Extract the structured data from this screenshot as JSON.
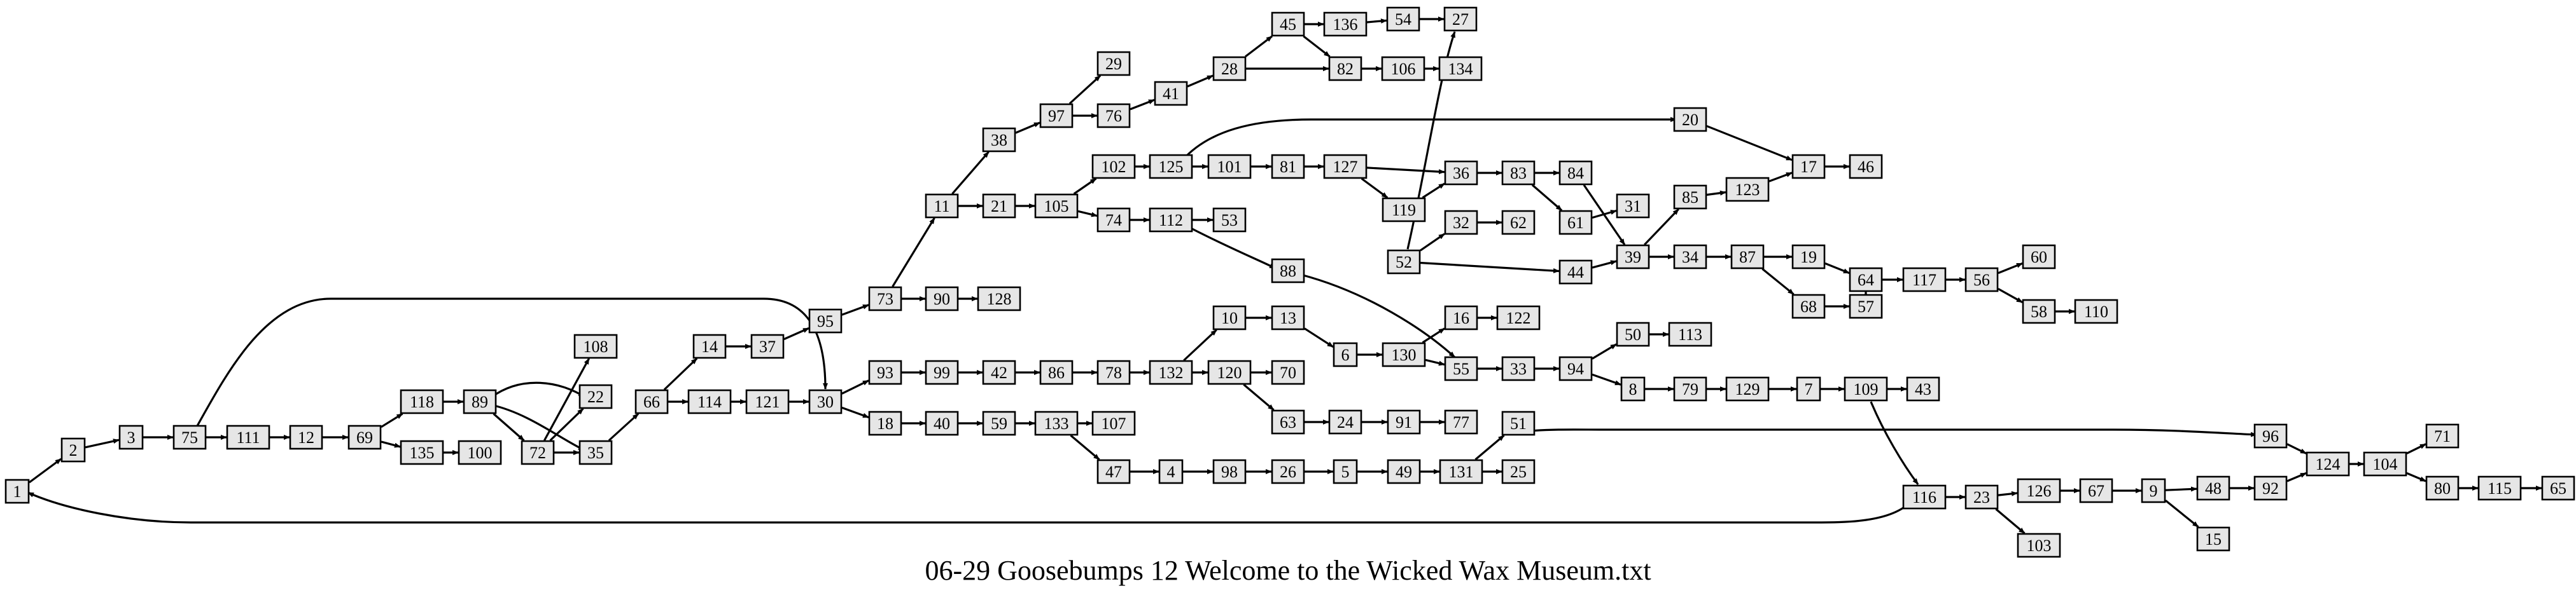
{
  "caption": "06-29 Goosebumps 12 Welcome to the Wicked Wax Museum.txt",
  "colors": {
    "node_fill": "#e6e6e6",
    "stroke": "#000000",
    "background": "#ffffff"
  },
  "nodes": [
    "1",
    "2",
    "3",
    "75",
    "111",
    "12",
    "69",
    "118",
    "135",
    "100",
    "89",
    "72",
    "108",
    "22",
    "35",
    "66",
    "14",
    "114",
    "37",
    "121",
    "95",
    "30",
    "73",
    "90",
    "128",
    "11",
    "38",
    "97",
    "29",
    "76",
    "41",
    "28",
    "45",
    "136",
    "54",
    "27",
    "82",
    "106",
    "134",
    "21",
    "105",
    "102",
    "125",
    "101",
    "81",
    "127",
    "36",
    "119",
    "83",
    "84",
    "61",
    "31",
    "74",
    "112",
    "53",
    "88",
    "52",
    "32",
    "62",
    "44",
    "39",
    "85",
    "123",
    "17",
    "46",
    "20",
    "34",
    "87",
    "19",
    "64",
    "117",
    "56",
    "60",
    "58",
    "110",
    "68",
    "57",
    "93",
    "99",
    "42",
    "86",
    "78",
    "132",
    "10",
    "13",
    "6",
    "130",
    "16",
    "122",
    "55",
    "33",
    "94",
    "50",
    "113",
    "8",
    "79",
    "129",
    "7",
    "109",
    "43",
    "120",
    "70",
    "63",
    "24",
    "91",
    "77",
    "18",
    "40",
    "59",
    "133",
    "107",
    "47",
    "4",
    "98",
    "26",
    "5",
    "49",
    "131",
    "51",
    "25",
    "96",
    "124",
    "104",
    "71",
    "80",
    "115",
    "65",
    "116",
    "23",
    "126",
    "67",
    "9",
    "48",
    "92",
    "15",
    "103"
  ],
  "edges": [
    [
      "1",
      "2"
    ],
    [
      "2",
      "3"
    ],
    [
      "3",
      "75"
    ],
    [
      "75",
      "111"
    ],
    [
      "75",
      "30"
    ],
    [
      "111",
      "12"
    ],
    [
      "12",
      "69"
    ],
    [
      "69",
      "118"
    ],
    [
      "69",
      "135"
    ],
    [
      "135",
      "100"
    ],
    [
      "118",
      "89"
    ],
    [
      "89",
      "72"
    ],
    [
      "89",
      "22"
    ],
    [
      "89",
      "35"
    ],
    [
      "72",
      "108"
    ],
    [
      "72",
      "22"
    ],
    [
      "72",
      "35"
    ],
    [
      "35",
      "66"
    ],
    [
      "66",
      "14"
    ],
    [
      "66",
      "114"
    ],
    [
      "14",
      "37"
    ],
    [
      "37",
      "95"
    ],
    [
      "114",
      "121"
    ],
    [
      "121",
      "30"
    ],
    [
      "95",
      "73"
    ],
    [
      "30",
      "93"
    ],
    [
      "30",
      "18"
    ],
    [
      "73",
      "11"
    ],
    [
      "73",
      "90"
    ],
    [
      "90",
      "128"
    ],
    [
      "11",
      "38"
    ],
    [
      "11",
      "21"
    ],
    [
      "38",
      "97"
    ],
    [
      "97",
      "29"
    ],
    [
      "97",
      "76"
    ],
    [
      "76",
      "41"
    ],
    [
      "41",
      "28"
    ],
    [
      "28",
      "45"
    ],
    [
      "28",
      "82"
    ],
    [
      "45",
      "136"
    ],
    [
      "45",
      "82"
    ],
    [
      "136",
      "54"
    ],
    [
      "54",
      "27"
    ],
    [
      "82",
      "106"
    ],
    [
      "106",
      "134"
    ],
    [
      "21",
      "105"
    ],
    [
      "105",
      "102"
    ],
    [
      "105",
      "74"
    ],
    [
      "102",
      "125"
    ],
    [
      "125",
      "101"
    ],
    [
      "125",
      "20"
    ],
    [
      "101",
      "81"
    ],
    [
      "81",
      "127"
    ],
    [
      "127",
      "36"
    ],
    [
      "127",
      "119"
    ],
    [
      "119",
      "36"
    ],
    [
      "36",
      "83"
    ],
    [
      "83",
      "84"
    ],
    [
      "83",
      "61"
    ],
    [
      "84",
      "39"
    ],
    [
      "61",
      "31"
    ],
    [
      "74",
      "112"
    ],
    [
      "112",
      "53"
    ],
    [
      "112",
      "88"
    ],
    [
      "88",
      "55"
    ],
    [
      "52",
      "27"
    ],
    [
      "52",
      "32"
    ],
    [
      "52",
      "44"
    ],
    [
      "32",
      "62"
    ],
    [
      "44",
      "39"
    ],
    [
      "39",
      "85"
    ],
    [
      "39",
      "34"
    ],
    [
      "85",
      "123"
    ],
    [
      "123",
      "17"
    ],
    [
      "20",
      "17"
    ],
    [
      "17",
      "46"
    ],
    [
      "34",
      "87"
    ],
    [
      "87",
      "19"
    ],
    [
      "87",
      "68"
    ],
    [
      "19",
      "64"
    ],
    [
      "68",
      "57"
    ],
    [
      "57",
      "64"
    ],
    [
      "64",
      "117"
    ],
    [
      "117",
      "56"
    ],
    [
      "56",
      "60"
    ],
    [
      "56",
      "58"
    ],
    [
      "58",
      "110"
    ],
    [
      "93",
      "99"
    ],
    [
      "99",
      "42"
    ],
    [
      "42",
      "86"
    ],
    [
      "86",
      "78"
    ],
    [
      "78",
      "132"
    ],
    [
      "132",
      "10"
    ],
    [
      "132",
      "120"
    ],
    [
      "10",
      "13"
    ],
    [
      "13",
      "6"
    ],
    [
      "6",
      "130"
    ],
    [
      "130",
      "16"
    ],
    [
      "130",
      "55"
    ],
    [
      "16",
      "122"
    ],
    [
      "55",
      "33"
    ],
    [
      "33",
      "94"
    ],
    [
      "94",
      "50"
    ],
    [
      "94",
      "8"
    ],
    [
      "50",
      "113"
    ],
    [
      "8",
      "79"
    ],
    [
      "79",
      "129"
    ],
    [
      "129",
      "7"
    ],
    [
      "7",
      "109"
    ],
    [
      "109",
      "43"
    ],
    [
      "109",
      "116"
    ],
    [
      "120",
      "70"
    ],
    [
      "120",
      "63"
    ],
    [
      "63",
      "24"
    ],
    [
      "24",
      "91"
    ],
    [
      "91",
      "77"
    ],
    [
      "18",
      "40"
    ],
    [
      "40",
      "59"
    ],
    [
      "59",
      "133"
    ],
    [
      "133",
      "107"
    ],
    [
      "133",
      "47"
    ],
    [
      "47",
      "4"
    ],
    [
      "4",
      "98"
    ],
    [
      "98",
      "26"
    ],
    [
      "26",
      "5"
    ],
    [
      "5",
      "49"
    ],
    [
      "49",
      "131"
    ],
    [
      "131",
      "51"
    ],
    [
      "131",
      "25"
    ],
    [
      "51",
      "96"
    ],
    [
      "96",
      "124"
    ],
    [
      "124",
      "104"
    ],
    [
      "104",
      "71"
    ],
    [
      "104",
      "80"
    ],
    [
      "80",
      "115"
    ],
    [
      "115",
      "65"
    ],
    [
      "116",
      "1"
    ],
    [
      "116",
      "23"
    ],
    [
      "23",
      "126"
    ],
    [
      "23",
      "103"
    ],
    [
      "126",
      "67"
    ],
    [
      "67",
      "9"
    ],
    [
      "9",
      "48"
    ],
    [
      "9",
      "15"
    ],
    [
      "48",
      "92"
    ],
    [
      "92",
      "124"
    ]
  ]
}
